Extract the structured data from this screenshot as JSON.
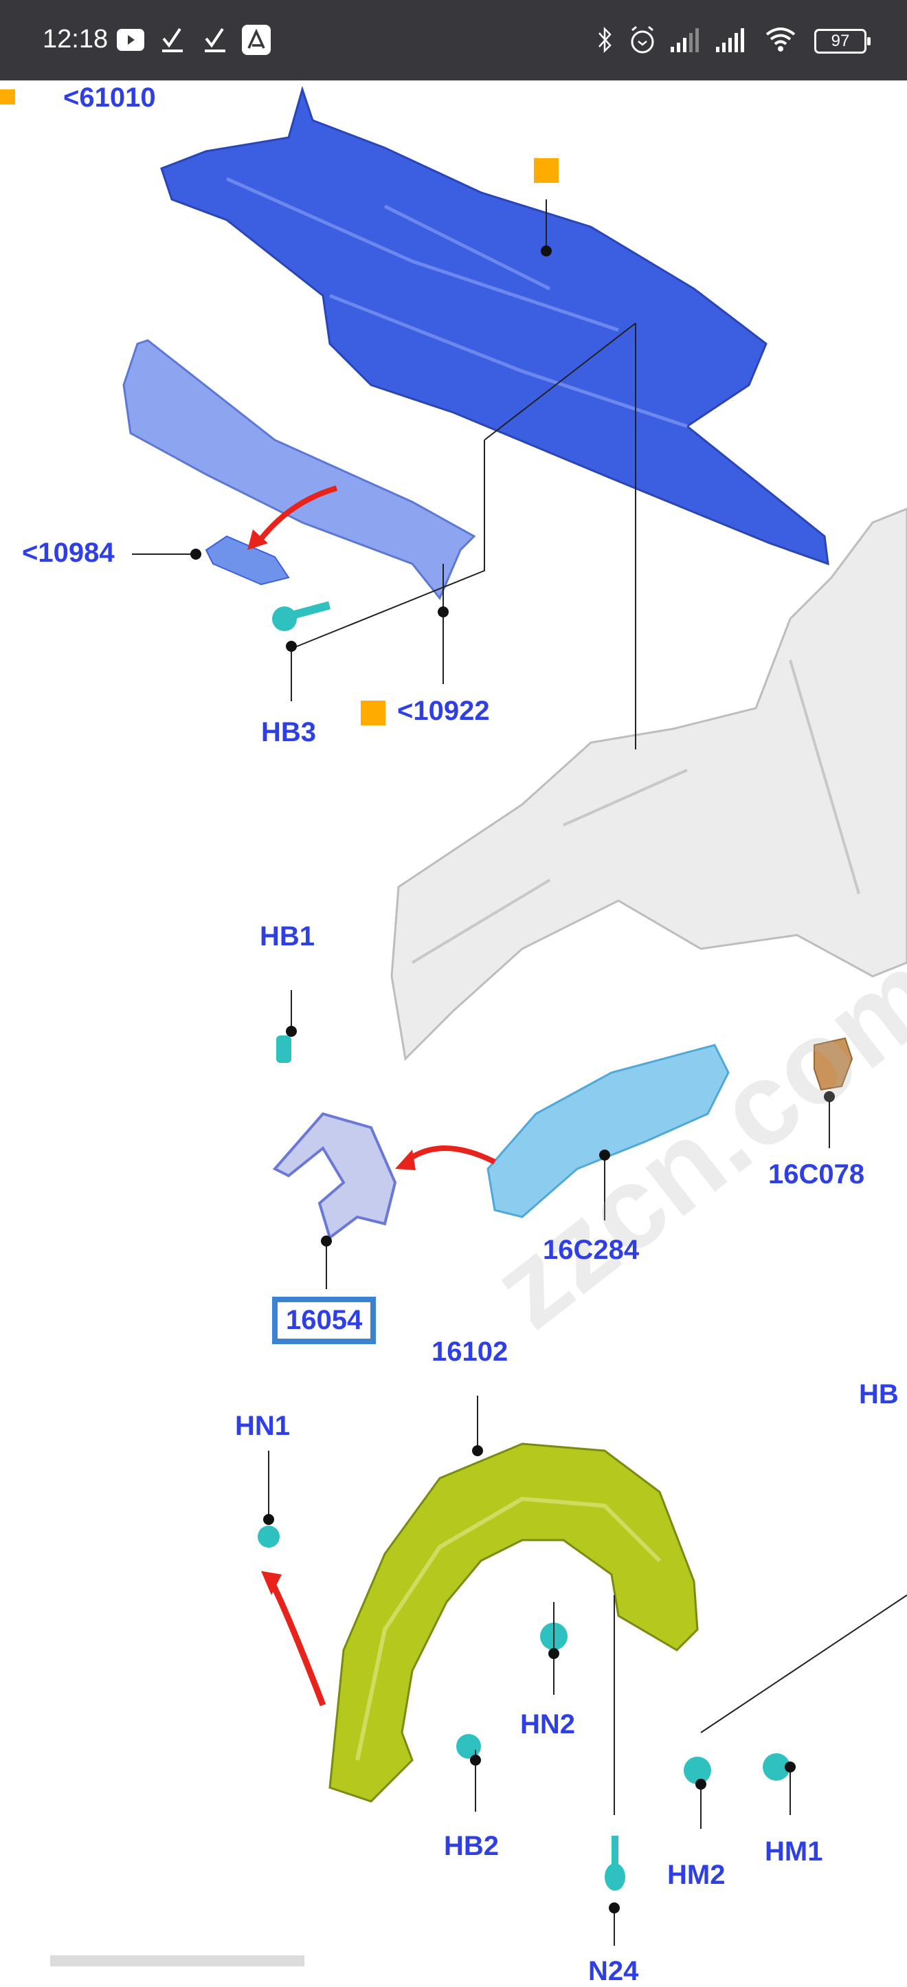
{
  "status_bar": {
    "time": "12:18",
    "left_icons": [
      "youtube-icon",
      "download-done-icon",
      "download-done-icon",
      "app-a-icon"
    ],
    "right_icons": [
      "bluetooth-icon",
      "alarm-icon",
      "signal-icon",
      "signal-icon",
      "wifi-icon"
    ],
    "battery": "97"
  },
  "diagram": {
    "labels": {
      "top_cut": "<61010",
      "p10984": "<10984",
      "hb3": "HB3",
      "p10922": "<10922",
      "hb1": "HB1",
      "p16c078": "16C078",
      "p16c284": "16C284",
      "p16054": "16054",
      "p16102": "16102",
      "hn1": "HN1",
      "hb_cut": "HB",
      "hn2": "HN2",
      "hb2": "HB2",
      "hm2": "HM2",
      "hm1": "HM1",
      "n24_cut": "N24"
    },
    "watermark": "zzcn.com",
    "colors": {
      "label": "#2f3fe6",
      "new_part_marker": "#ffab00",
      "highlight_box": "#3b82d0",
      "dash_panel": "#3b5fe0",
      "wheel_liner": "#b5c81e",
      "arrow": "#e8231c"
    }
  }
}
